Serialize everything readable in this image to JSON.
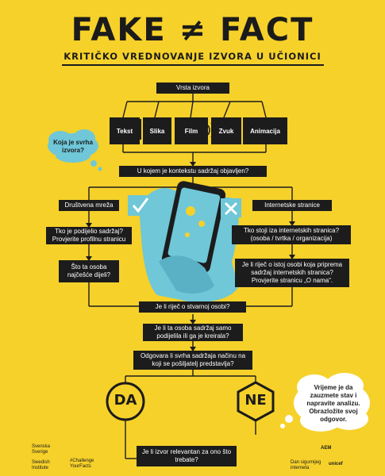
{
  "header": {
    "title": "FAKE ≠ FACT",
    "subtitle": "KRITIČKO VREDNOVANJE IZVORA U UČIONICI"
  },
  "flow": {
    "source_type": "Vrsta izvora",
    "media": [
      "Tekst",
      "Slika",
      "Film",
      "Zvuk",
      "Animacija"
    ],
    "purpose_question": "Koja je svrha izvora?",
    "context_question": "U kojem je kontekstu sadržaj objavljen?",
    "social": {
      "heading": "Društvena mreža",
      "q1": "Tko je podijelio sadržaj? Provjerite profilnu stranicu",
      "q2": "Što ta osoba najčešće dijeli?"
    },
    "web": {
      "heading": "Internetske stranice",
      "q1": "Tko stoji iza internetskih stranica? (osoba / tvrtka / organizacija)",
      "q2": "Je li riječ o istoj osobi koja priprema sadržaj internetskih stranica? Provjerite stranicu „O nama“."
    },
    "real_person": "Je li riječ o stvarnoj osobi?",
    "shared_or_created": "Je li ta osoba sadržaj samo podijelila ili ga je kreirala?",
    "purpose_match": "Odgovara li svrha sadržaja načinu na koji se pošiljatelj predstavlja?",
    "yes": "DA",
    "no": "NE",
    "note": "Vrijeme je da zauzmete stav i napravite analizu. Obrazložite svoj odgovor.",
    "relevance": "Je li izvor relevantan za ono što trebate?",
    "phone_tags": [
      "ISTINA",
      "LAŽ"
    ]
  },
  "logos": {
    "left": [
      "Svenska Sverige",
      "Swedish Institute",
      "#Challenge YourFacts"
    ],
    "right": [
      "AEM",
      "Dan sigurnijeg interneta",
      "unicef"
    ]
  },
  "colors": {
    "background": "#f6d12a",
    "dark": "#1c1c1c",
    "cloud": "#6fc7d8",
    "white": "#ffffff"
  }
}
